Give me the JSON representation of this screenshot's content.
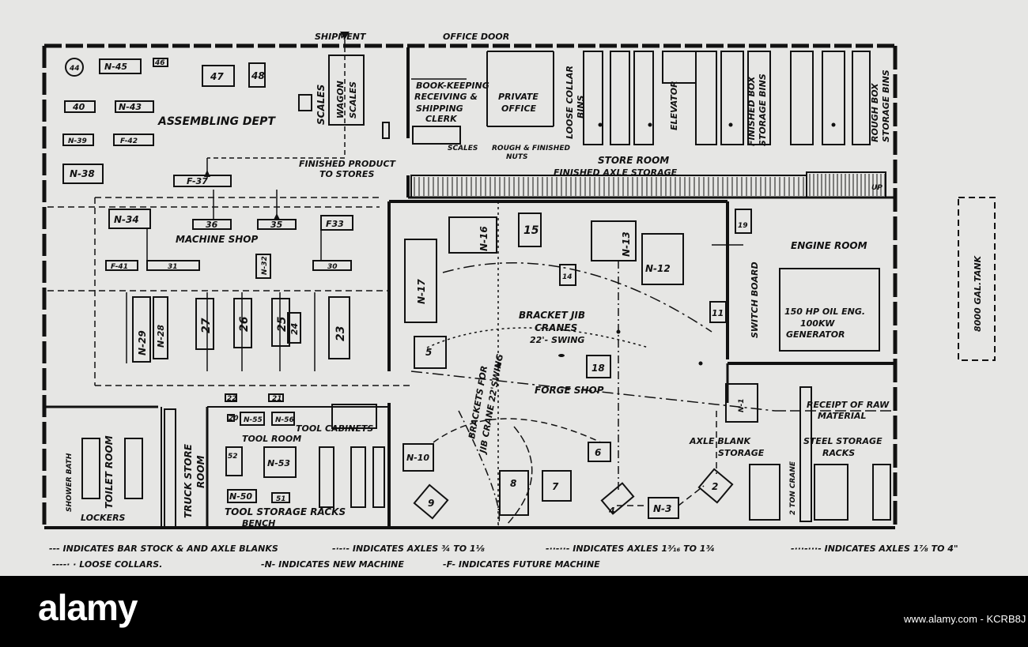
{
  "top_labels": {
    "shipment": "SHIPMENT",
    "office_door": "OFFICE DOOR"
  },
  "rooms": {
    "assembling": "ASSEMBLING DEPT",
    "scales": "SCALES",
    "wagon_scales": [
      "WAGON",
      "SCALES"
    ],
    "bookkeeping": [
      "BOOK-KEEPING",
      "RECEIVING &",
      "SHIPPING",
      "CLERK"
    ],
    "private_office": [
      "PRIVATE",
      "OFFICE"
    ],
    "loose_collar_bins": [
      "LOOSE COLLAR",
      "BINS"
    ],
    "elevator": "ELEVATOR",
    "finished_box": [
      "FINISHED BOX",
      "STORAGE BINS"
    ],
    "rough_box": [
      "ROUGH BOX",
      "STORAGE BINS"
    ],
    "scales_small": "SCALES",
    "rough_finished_nuts": [
      "ROUGH & FINISHED",
      "NUTS"
    ],
    "store_room": "STORE ROOM",
    "finished_product": [
      "FINISHED PRODUCT",
      "TO STORES"
    ],
    "finished_axle_storage": "FINISHED AXLE STORAGE",
    "up": "UP",
    "machine_shop": "MACHINE SHOP",
    "switch_board": "SWITCH BOARD",
    "engine_room": "ENGINE ROOM",
    "oil_engine": [
      "150 HP OIL ENG.",
      "100KW",
      "GENERATOR"
    ],
    "bracket_jib": [
      "BRACKET JIB",
      "CRANES",
      "22'- SWING"
    ],
    "brackets_for": [
      "BRACKETS FOR",
      "JIB CRANE 22'SWING"
    ],
    "forge_shop": "FORGE SHOP",
    "receipt": [
      "RECEIPT OF RAW",
      "MATERIAL"
    ],
    "axle_blank": [
      "AXLE BLANK",
      "STORAGE"
    ],
    "ton_crane": "2 TON CRANE",
    "steel_storage": [
      "STEEL STORAGE",
      "RACKS"
    ],
    "toilet_room": "TOILET ROOM",
    "shower_bath": "SHOWER BATH",
    "lockers": "LOCKERS",
    "truck_store": [
      "TRUCK STORE",
      "ROOM"
    ],
    "tool_room": "TOOL ROOM",
    "tool_cabinets": "TOOL CABINETS",
    "tool_storage_racks": "TOOL STORAGE RACKS",
    "bench": "BENCH",
    "tank": "8000 GAL.TANK"
  },
  "machines": {
    "m44": "44",
    "n45": "N-45",
    "m46": "46",
    "m47": "47",
    "m48": "48",
    "m40": "40",
    "n43": "N-43",
    "n39": "N-39",
    "f42": "F-42",
    "n38": "N-38",
    "f37": "F-37",
    "n34": "N-34",
    "m36": "36",
    "m35": "35",
    "f33": "F33",
    "f41": "F-41",
    "m31": "31",
    "n32": "N-32",
    "m30": "30",
    "n29": "N-29",
    "n28": "N-28",
    "m27": "27",
    "m26": "26",
    "m25": "25",
    "m24": "24",
    "m23": "23",
    "n17": "N-17",
    "n16": "N-16",
    "m15": "15",
    "n13": "N-13",
    "m14": "14",
    "n12": "N-12",
    "m11": "11",
    "m5": "5",
    "m18": "18",
    "m19": "19",
    "n1": "N-1",
    "n10": "N-10",
    "m9": "9",
    "m8": "8",
    "m7": "7",
    "m6": "6",
    "m4": "4",
    "n3": "N-3",
    "m2": "2",
    "m22": "22",
    "m21": "21",
    "m20": "20",
    "n55": "N-55",
    "n56": "N-56",
    "m52": "52",
    "n53": "N-53",
    "n50": "N-50",
    "m51": "51"
  },
  "legend": {
    "line1": [
      "--- INDICATES BAR STOCK & AND AXLE BLANKS",
      "-·-·- INDICATES AXLES ¾ TO 1⅛",
      "-··-··- INDICATES AXLES 1³⁄₁₆ TO 1¾",
      "-···-···- INDICATES AXLES 1⅞ TO 4\""
    ],
    "line2": [
      "----· · LOOSE COLLARS.",
      "-N- INDICATES NEW MACHINE",
      "-F- INDICATES FUTURE MACHINE"
    ]
  },
  "watermark": {
    "brand": "alamy",
    "stock_id": "www.alamy.com - KCRB8J"
  }
}
